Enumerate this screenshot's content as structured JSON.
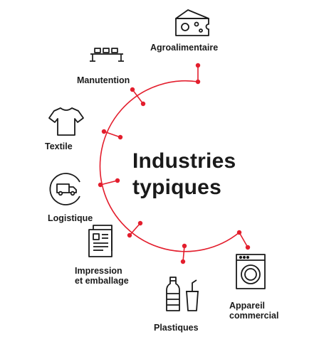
{
  "accent_color": "#e31e2d",
  "title": {
    "line1": "Industries",
    "line2": "typiques"
  },
  "industries": [
    {
      "label": "Agroalimentaire",
      "icon": "cheese-icon"
    },
    {
      "label": "Manutention",
      "icon": "conveyor-icon"
    },
    {
      "label": "Textile",
      "icon": "tshirt-icon"
    },
    {
      "label": "Logistique",
      "icon": "delivery-truck-icon"
    },
    {
      "label_lines": [
        "Impression",
        "et emballage"
      ],
      "icon": "printed-document-icon"
    },
    {
      "label": "Plastiques",
      "icon": "plastic-bottles-icon"
    },
    {
      "label_lines": [
        "Appareil",
        "commercial"
      ],
      "icon": "washing-machine-icon"
    }
  ]
}
